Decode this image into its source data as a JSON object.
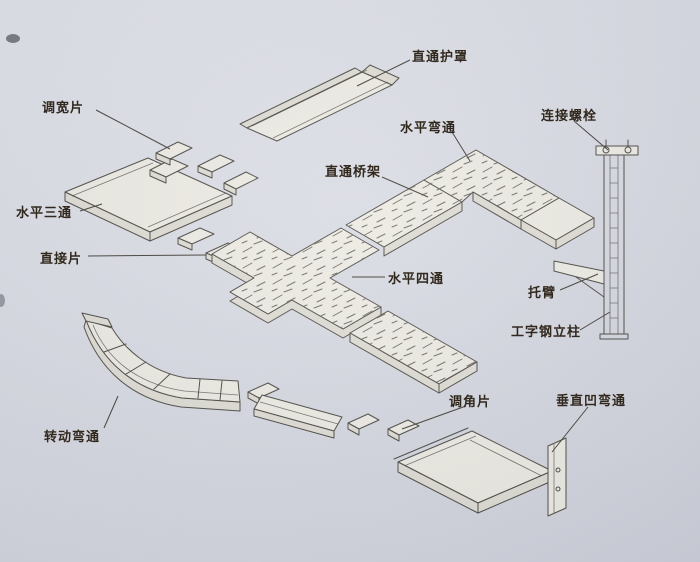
{
  "diagram": {
    "type": "isometric-parts-diagram",
    "colors": {
      "paper": "#d7d9e2",
      "ink": "#45423c",
      "tray_fill": "#ebe9e1",
      "label_text": "#32291e"
    },
    "labels": [
      {
        "id": "straight-cover",
        "text": "直通护罩"
      },
      {
        "id": "width-adjust-piece",
        "text": "调宽片"
      },
      {
        "id": "horizontal-tee",
        "text": "水平三通"
      },
      {
        "id": "connector-piece",
        "text": "直接片"
      },
      {
        "id": "horizontal-bend",
        "text": "水平弯通"
      },
      {
        "id": "connecting-bolt",
        "text": "连接螺栓"
      },
      {
        "id": "straight-tray",
        "text": "直通桥架"
      },
      {
        "id": "horizontal-cross",
        "text": "水平四通"
      },
      {
        "id": "bracket-arm",
        "text": "托臂"
      },
      {
        "id": "i-beam-column",
        "text": "工字钢立柱"
      },
      {
        "id": "angle-adjust-piece",
        "text": "调角片"
      },
      {
        "id": "vertical-concave-bend",
        "text": "垂直凹弯通"
      },
      {
        "id": "rotating-bend",
        "text": "转动弯通"
      }
    ]
  }
}
